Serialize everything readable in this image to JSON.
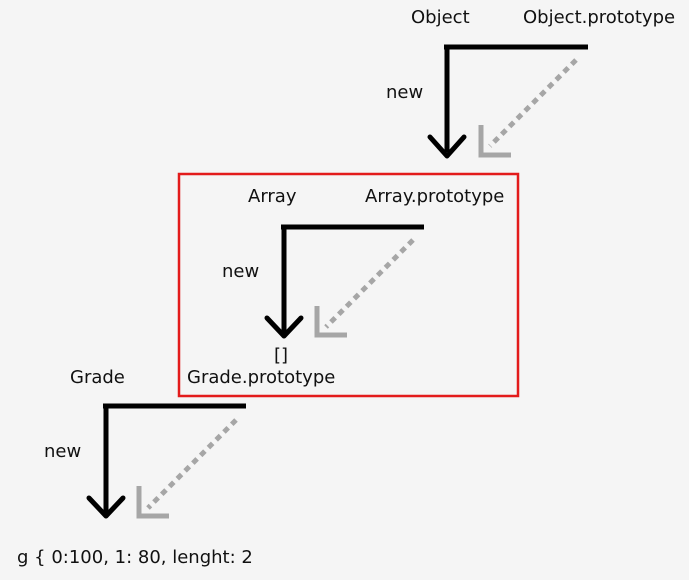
{
  "colors": {
    "background": "#f5f5f5",
    "arrow_new": "#000000",
    "arrow_proto": "#a6a6a6",
    "highlight_box": "#e31b1b",
    "text": "#111111"
  },
  "labels": {
    "object": "Object",
    "object_prototype": "Object.prototype",
    "array": "Array",
    "array_prototype": "Array.prototype",
    "empty_array": "[]",
    "grade": "Grade",
    "grade_prototype": "Grade.prototype",
    "new_1": "new",
    "new_2": "new",
    "new_3": "new",
    "instance": "g { 0:100, 1: 80, lenght: 2"
  }
}
